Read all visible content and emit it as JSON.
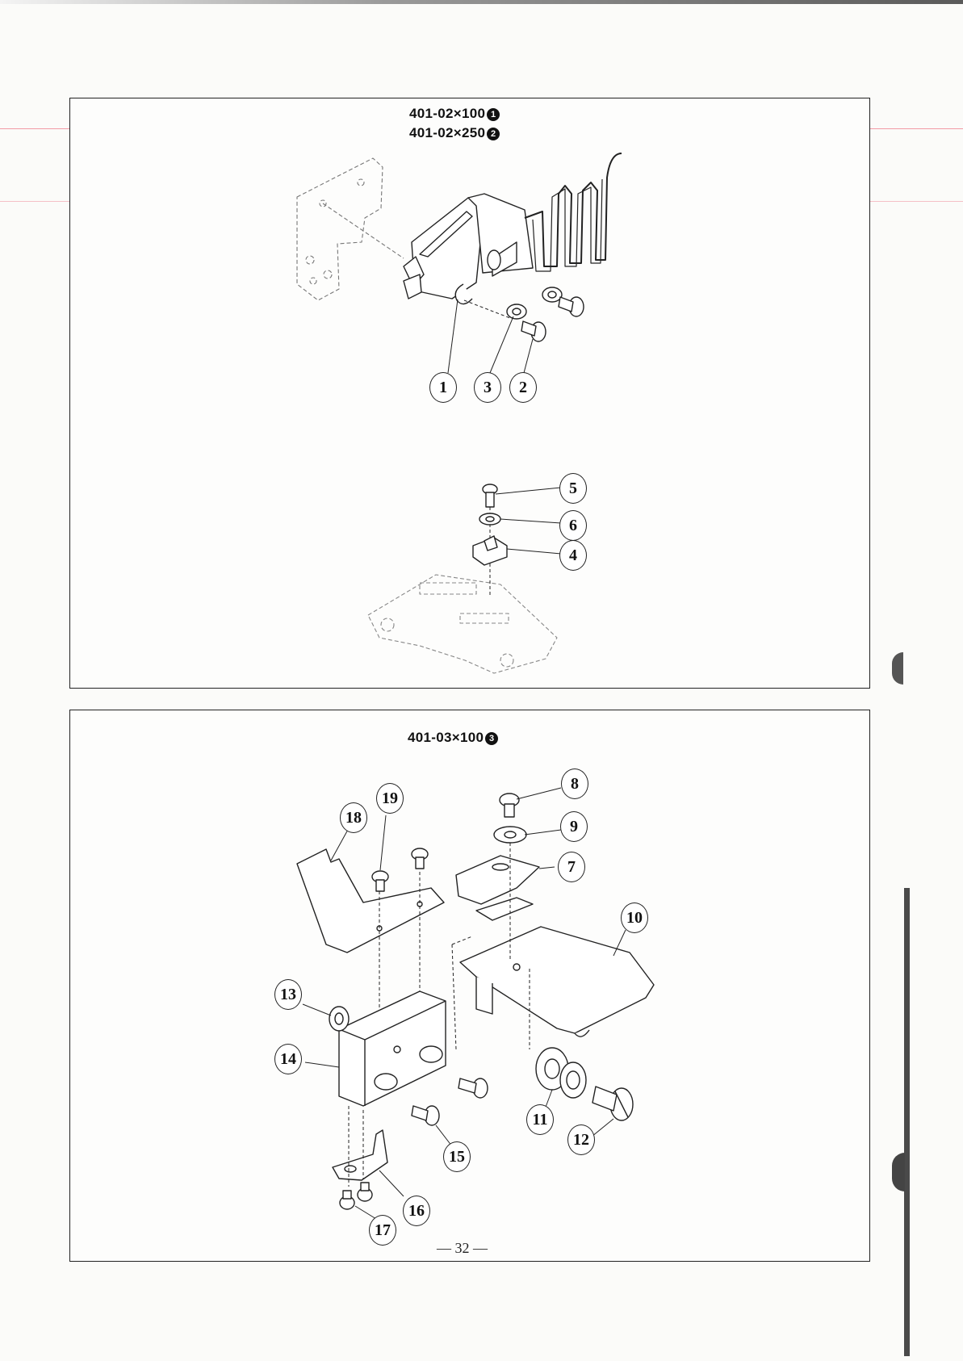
{
  "panel_top": {
    "codes": [
      {
        "text": "401-02×100",
        "circled": "1"
      },
      {
        "text": "401-02×250",
        "circled": "2"
      }
    ],
    "callouts": [
      "1",
      "3",
      "2",
      "5",
      "6",
      "4"
    ]
  },
  "panel_bottom": {
    "codes": [
      {
        "text": "401-03×100",
        "circled": "3"
      }
    ],
    "callouts": [
      "19",
      "18",
      "8",
      "9",
      "7",
      "10",
      "13",
      "14",
      "11",
      "12",
      "15",
      "16",
      "17"
    ]
  },
  "page_number": "— 32 —"
}
